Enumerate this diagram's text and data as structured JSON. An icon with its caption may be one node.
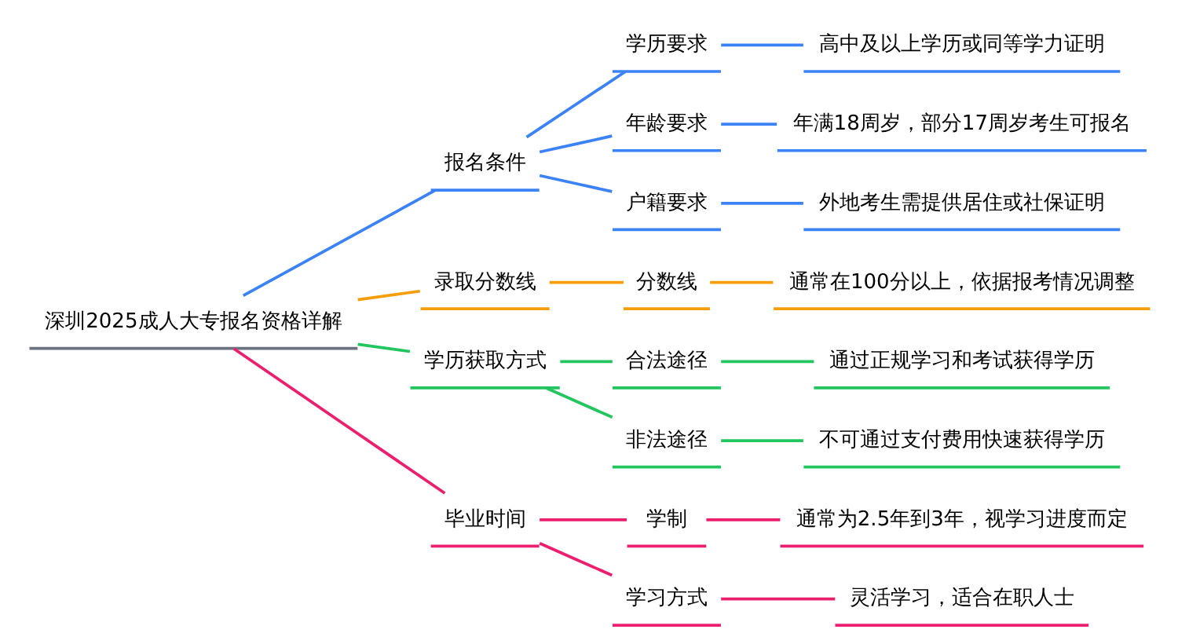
{
  "diagram": {
    "nodes": [
      {
        "text": [
          "深圳2025成人大专报名资格详解"
        ]
      },
      {
        "text": [
          "报名条件"
        ]
      },
      {
        "text": [
          "学历要求"
        ]
      },
      {
        "text": [
          "高中及以上学历或同等学力证明"
        ]
      },
      {
        "text": [
          "年龄要求"
        ]
      },
      {
        "text": [
          "年满18周岁，部分17周岁考生可报名"
        ]
      },
      {
        "text": [
          "户籍要求"
        ]
      },
      {
        "text": [
          "外地考生需提供居住或社保证明"
        ]
      },
      {
        "text": [
          "录取分数线"
        ]
      },
      {
        "text": [
          "分数线"
        ]
      },
      {
        "text": [
          "通常在100分以上，依据报考情况调整"
        ]
      },
      {
        "text": [
          "学历获取方式"
        ]
      },
      {
        "text": [
          "合法途径"
        ]
      },
      {
        "text": [
          "通过正规学习和考试获得学历"
        ]
      },
      {
        "text": [
          "非法途径"
        ]
      },
      {
        "text": [
          "不可通过支付费用快速获得学历"
        ]
      },
      {
        "text": [
          "毕业时间"
        ]
      },
      {
        "text": [
          "学制"
        ]
      },
      {
        "text": [
          "通常为2.5年到3年，视学习进度而定"
        ]
      },
      {
        "text": [
          "学习方式"
        ]
      },
      {
        "text": [
          "灵活学习，适合在职人士"
        ]
      }
    ],
    "edges": [
      {
        "from": 0,
        "to": 1,
        "arrow": "none",
        "color": "#3b82f6"
      },
      {
        "from": 1,
        "to": 2,
        "arrow": "none",
        "color": "#3b82f6"
      },
      {
        "from": 2,
        "to": 3,
        "arrow": "none",
        "color": "#3b82f6"
      },
      {
        "from": 1,
        "to": 4,
        "arrow": "none",
        "color": "#3b82f6"
      },
      {
        "from": 4,
        "to": 5,
        "arrow": "none",
        "color": "#3b82f6"
      },
      {
        "from": 1,
        "to": 6,
        "arrow": "none",
        "color": "#3b82f6"
      },
      {
        "from": 6,
        "to": 7,
        "arrow": "none",
        "color": "#3b82f6"
      },
      {
        "from": 0,
        "to": 8,
        "arrow": "none",
        "color": "#f59e0b"
      },
      {
        "from": 8,
        "to": 9,
        "arrow": "none",
        "color": "#f59e0b"
      },
      {
        "from": 9,
        "to": 10,
        "arrow": "none",
        "color": "#f59e0b"
      },
      {
        "from": 0,
        "to": 11,
        "arrow": "none",
        "color": "#22c55e"
      },
      {
        "from": 11,
        "to": 12,
        "arrow": "none",
        "color": "#22c55e"
      },
      {
        "from": 12,
        "to": 13,
        "arrow": "none",
        "color": "#22c55e"
      },
      {
        "from": 11,
        "to": 14,
        "arrow": "none",
        "color": "#22c55e"
      },
      {
        "from": 14,
        "to": 15,
        "arrow": "none",
        "color": "#22c55e"
      },
      {
        "from": 0,
        "to": 16,
        "arrow": "none",
        "color": "#ec1f6e"
      },
      {
        "from": 16,
        "to": 17,
        "arrow": "none",
        "color": "#ec1f6e"
      },
      {
        "from": 17,
        "to": 18,
        "arrow": "none",
        "color": "#ec1f6e"
      },
      {
        "from": 16,
        "to": 19,
        "arrow": "none",
        "color": "#ec1f6e"
      },
      {
        "from": 19,
        "to": 20,
        "arrow": "none",
        "color": "#ec1f6e"
      }
    ]
  }
}
